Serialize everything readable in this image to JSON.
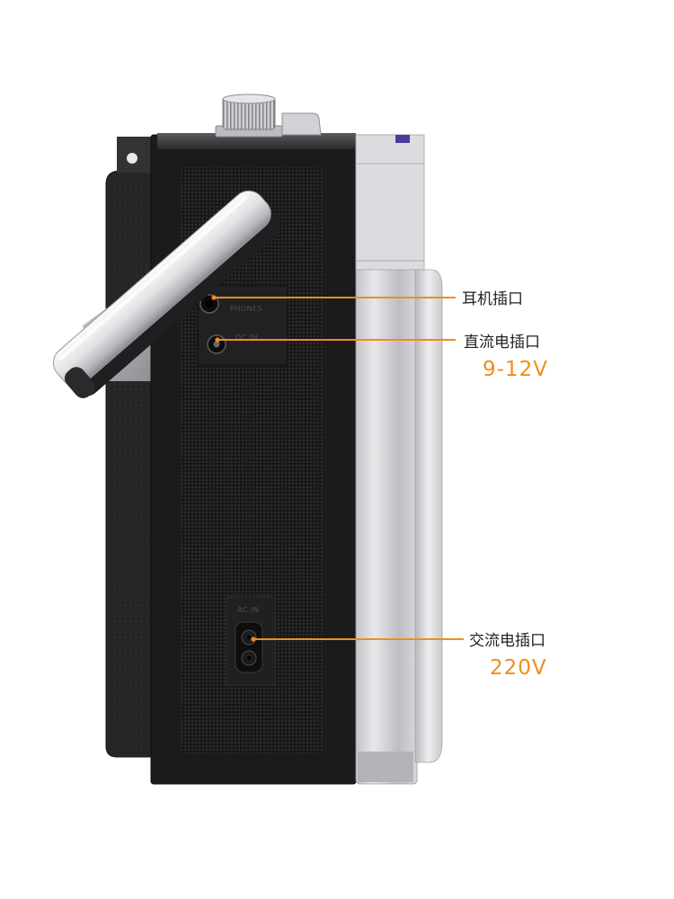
{
  "callouts": [
    {
      "label": "耳机插口"
    },
    {
      "label": "直流电插口",
      "spec": "9-12V"
    },
    {
      "label": "交流电插口",
      "spec": "220V"
    }
  ],
  "device_labels": {
    "phones": "PHONES",
    "dc_in": "DC IN",
    "ac_in": "AC IN"
  },
  "colors": {
    "accent": "#f28c1c",
    "label_text": "#222222",
    "body": "#1b1b1b",
    "silver": "#cfcfd3",
    "background": "#ffffff"
  }
}
